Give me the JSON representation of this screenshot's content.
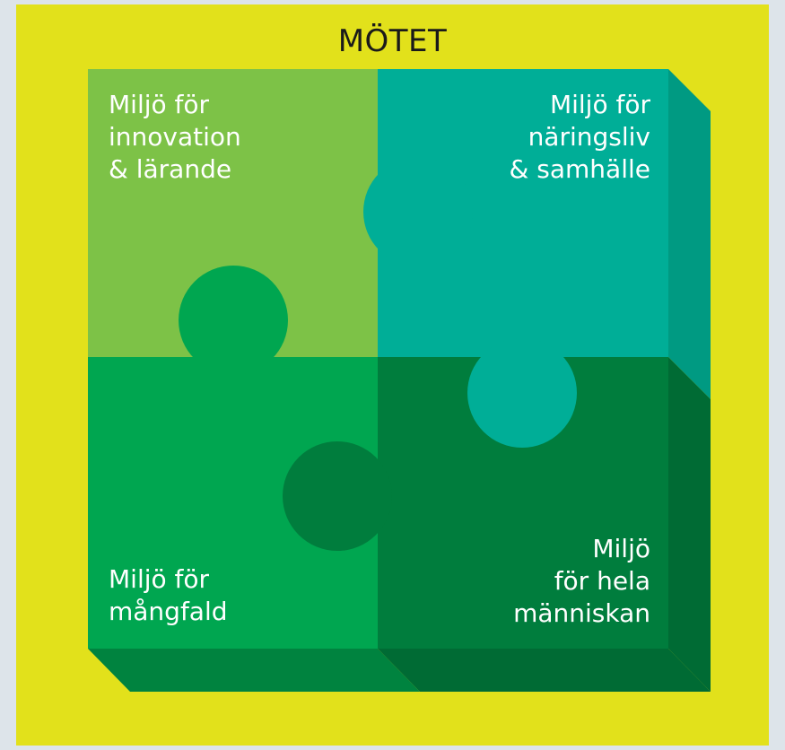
{
  "title": "MÖTET",
  "pieces": {
    "top_left": {
      "lines": [
        "Miljö för",
        "innovation",
        "& lärande"
      ]
    },
    "top_right": {
      "lines": [
        "Miljö för",
        "näringsliv",
        "& samhälle"
      ]
    },
    "bottom_left": {
      "lines": [
        "Miljö för",
        "mångfald"
      ]
    },
    "bottom_right": {
      "lines": [
        "Miljö",
        "för hela",
        "människan"
      ]
    }
  },
  "colors": {
    "background": "#e2e11b",
    "top_left": "#7dc247",
    "top_right": "#00ae97",
    "bottom_left": "#00a650",
    "bottom_right": "#007d3d",
    "side_right": "#009a82",
    "side_bottom": "#00833f"
  }
}
